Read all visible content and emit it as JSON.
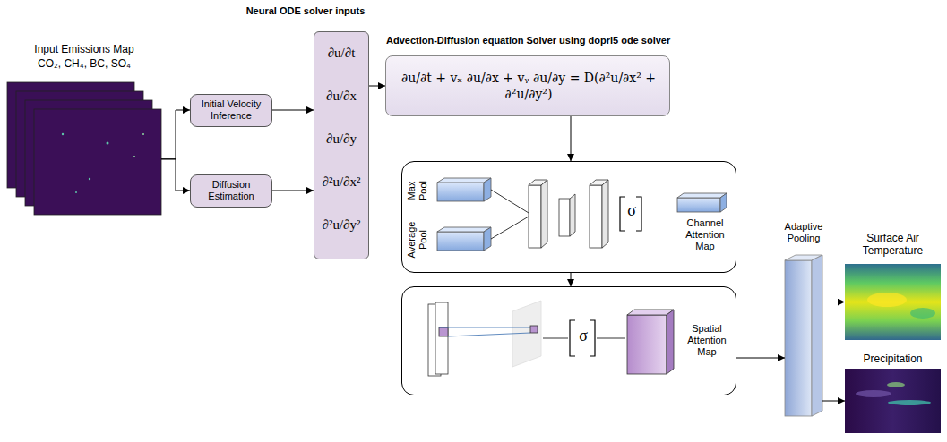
{
  "diagram": {
    "nodes": [
      {
        "text": [
          "Input Emissions Map",
          "CO₂, CH₄, BC, SO₄"
        ]
      },
      {
        "text": [
          "Initial Velocity Inference"
        ]
      },
      {
        "text": [
          "Diffusion Estimation"
        ]
      },
      {
        "text": [
          "Neural ODE solver inputs",
          "∂u/∂t",
          "∂u/∂x",
          "∂u/∂y",
          "∂²u/∂x²",
          "∂²u/∂y²"
        ]
      },
      {
        "text": [
          "Advection-Diffusion equation Solver using dopri5 ode solver",
          "∂u/∂t + vₓ ∂u/∂x + vᵧ ∂u/∂y = D(∂²u/∂x² + ∂²u/∂y²)"
        ]
      },
      {
        "text": [
          "Max Pool",
          "Average Pool",
          "σ",
          "Channel Attention Map"
        ]
      },
      {
        "text": [
          "σ",
          "Spatial Attention Map"
        ]
      },
      {
        "text": [
          "Adaptive Pooling"
        ]
      },
      {
        "text": [
          "Surface Air Temperature"
        ]
      },
      {
        "text": [
          "Precipitation"
        ]
      }
    ],
    "edges": [
      {
        "from": 0,
        "to": 1,
        "arrow": "to"
      },
      {
        "from": 0,
        "to": 2,
        "arrow": "to"
      },
      {
        "from": 1,
        "to": 3,
        "arrow": "to"
      },
      {
        "from": 2,
        "to": 3,
        "arrow": "to"
      },
      {
        "from": 3,
        "to": 4,
        "arrow": "to"
      },
      {
        "from": 4,
        "to": 5,
        "arrow": "to"
      },
      {
        "from": 5,
        "to": 6,
        "arrow": "to"
      },
      {
        "from": 6,
        "to": 7,
        "arrow": "to"
      },
      {
        "from": 7,
        "to": 8,
        "arrow": "to"
      },
      {
        "from": 7,
        "to": 9,
        "arrow": "to"
      }
    ]
  }
}
